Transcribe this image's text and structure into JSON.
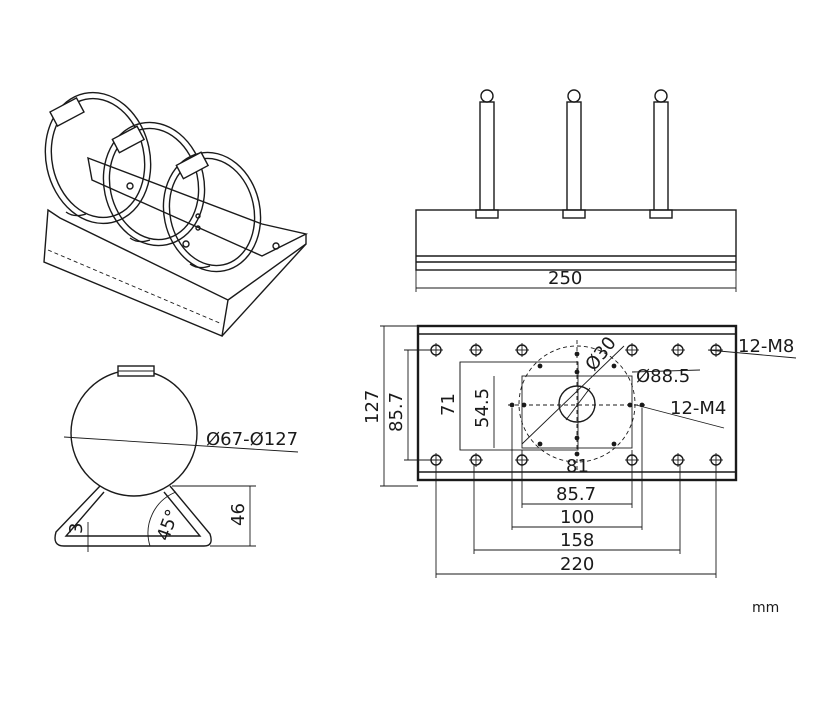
{
  "dimensions": {
    "clamp_range": "Ø67-Ø127",
    "height_46": "46",
    "angle_45": "45°",
    "thickness_3": "3",
    "width_250": "250",
    "height_127": "127",
    "height_85_7": "85.7",
    "height_71": "71",
    "height_54_5": "54.5",
    "dia_30": "Ø30",
    "dia_88_5": "Ø88.5",
    "holes_m8": "12-M8",
    "holes_m4": "12-M4",
    "width_81": "81",
    "width_85_7": "85.7",
    "width_100": "100",
    "width_158": "158",
    "width_220": "220"
  },
  "unit": "mm"
}
